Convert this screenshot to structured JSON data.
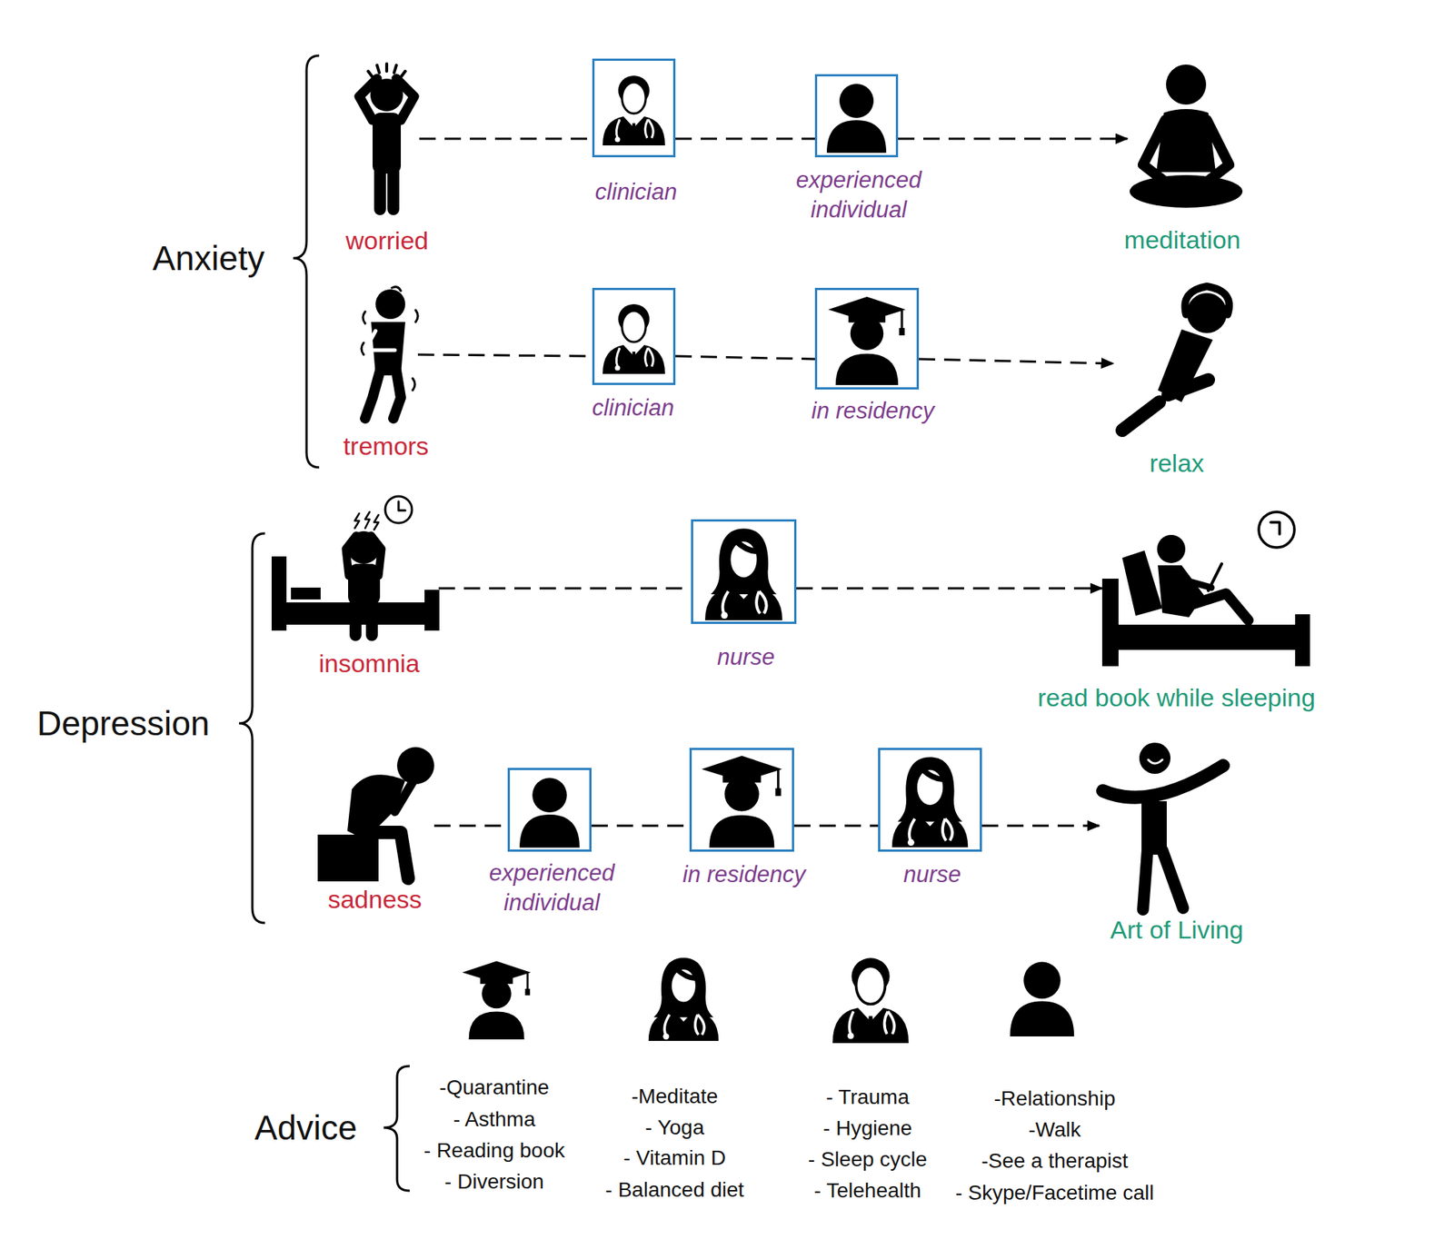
{
  "diagram": {
    "nodes": [
      {
        "text": [
          "worried"
        ]
      },
      {
        "text": [
          "clinician"
        ]
      },
      {
        "text": [
          "experienced individual"
        ]
      },
      {
        "text": [
          "meditation"
        ]
      },
      {
        "text": [
          "tremors"
        ]
      },
      {
        "text": [
          "clinician"
        ]
      },
      {
        "text": [
          "in residency"
        ]
      },
      {
        "text": [
          "relax"
        ]
      },
      {
        "text": [
          "insomnia"
        ]
      },
      {
        "text": [
          "nurse"
        ]
      },
      {
        "text": [
          "read book while sleeping"
        ]
      },
      {
        "text": [
          "sadness"
        ]
      },
      {
        "text": [
          "experienced individual"
        ]
      },
      {
        "text": [
          "in residency"
        ]
      },
      {
        "text": [
          "nurse"
        ]
      },
      {
        "text": [
          "Art of Living"
        ]
      }
    ],
    "edges": [
      {
        "from": 0,
        "to": 1,
        "arrow": "none"
      },
      {
        "from": 1,
        "to": 2,
        "arrow": "none"
      },
      {
        "from": 2,
        "to": 3,
        "arrow": "to"
      },
      {
        "from": 4,
        "to": 5,
        "arrow": "none"
      },
      {
        "from": 5,
        "to": 6,
        "arrow": "none"
      },
      {
        "from": 6,
        "to": 7,
        "arrow": "to"
      },
      {
        "from": 8,
        "to": 9,
        "arrow": "none"
      },
      {
        "from": 9,
        "to": 10,
        "arrow": "to"
      },
      {
        "from": 11,
        "to": 12,
        "arrow": "none"
      },
      {
        "from": 12,
        "to": 13,
        "arrow": "none"
      },
      {
        "from": 13,
        "to": 14,
        "arrow": "none"
      },
      {
        "from": 14,
        "to": 15,
        "arrow": "to"
      }
    ],
    "labels": [
      "Anxiety",
      "Depression",
      "Advice",
      "-Quarantine",
      "- Asthma",
      "- Reading book",
      "- Diversion",
      "-Meditate",
      "- Yoga",
      "- Vitamin D",
      "- Balanced diet",
      "- Trauma",
      "- Hygiene",
      "- Sleep cycle",
      "- Telehealth",
      "-Relationship",
      "-Walk",
      "-See a therapist",
      "- Skype/Facetime call"
    ]
  }
}
